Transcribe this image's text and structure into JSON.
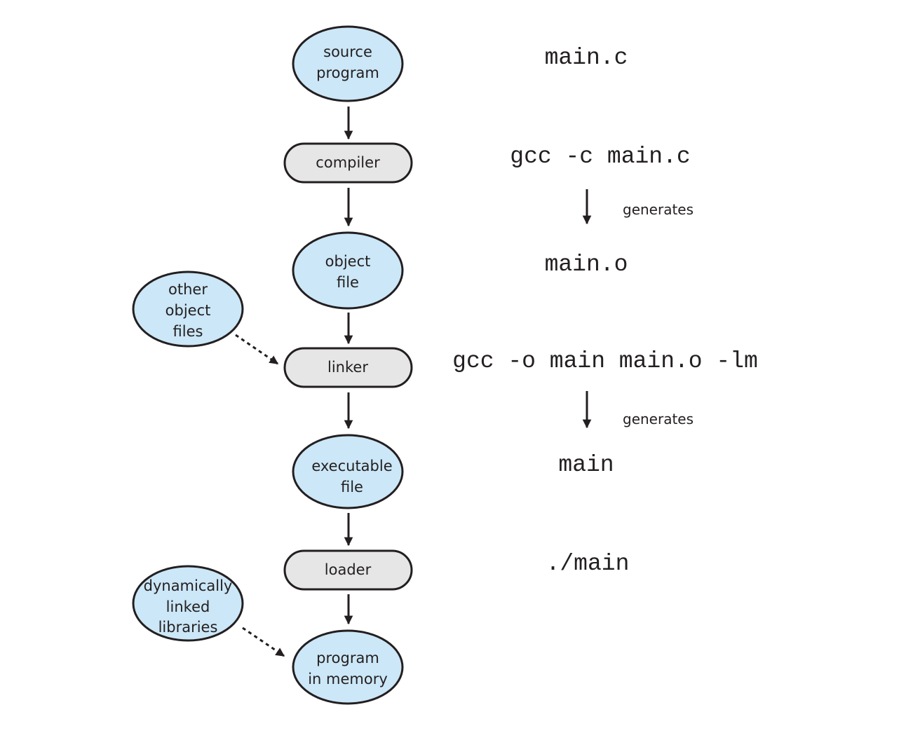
{
  "nodes": {
    "source_program": [
      "source",
      "program"
    ],
    "compiler": "compiler",
    "object_file": [
      "object",
      "file"
    ],
    "other_object_files": [
      "other",
      "object",
      "files"
    ],
    "linker": "linker",
    "executable_file": [
      "executable",
      "file"
    ],
    "loader": "loader",
    "dynamically_linked_libraries": [
      "dynamically",
      "linked",
      "libraries"
    ],
    "program_in_memory": [
      "program",
      "in memory"
    ]
  },
  "commands": {
    "source_file": "main.c",
    "compile_cmd": "gcc -c main.c",
    "object_output": "main.o",
    "link_cmd": "gcc -o main main.o -lm",
    "executable_output": "main",
    "run_cmd": "./main"
  },
  "annotations": {
    "generates_1": "generates",
    "generates_2": "generates"
  },
  "colors": {
    "file_node_fill": "#cce7f7",
    "tool_node_fill": "#e6e6e6",
    "stroke": "#231f20"
  }
}
